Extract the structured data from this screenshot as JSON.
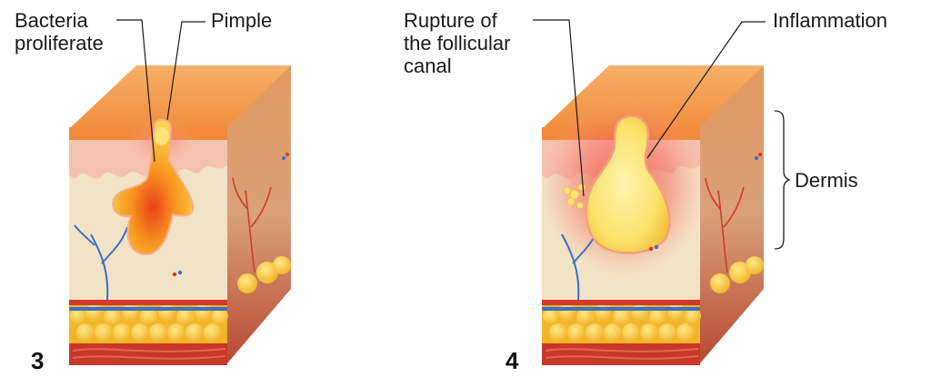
{
  "panel_3": {
    "number": "3",
    "label_bacteria": "Bacteria\nproliferate",
    "label_pimple": "Pimple"
  },
  "panel_4": {
    "number": "4",
    "label_rupture": "Rupture of\nthe follicular\ncanal",
    "label_inflammation": "Inflammation",
    "label_dermis": "Dermis"
  },
  "colors": {
    "epidermis_top": "#f4a35a",
    "dermis": "#f3e3c6",
    "papillary": "#f6c2b0",
    "fat": "#f7c63a",
    "muscle": "#c7372a",
    "pus": "#f8d84a",
    "vein": "#3b6fc9",
    "artery": "#d23a2a"
  },
  "icons": [
    "fat-cell-icon",
    "blood-vessel-icon",
    "bracket-icon"
  ]
}
